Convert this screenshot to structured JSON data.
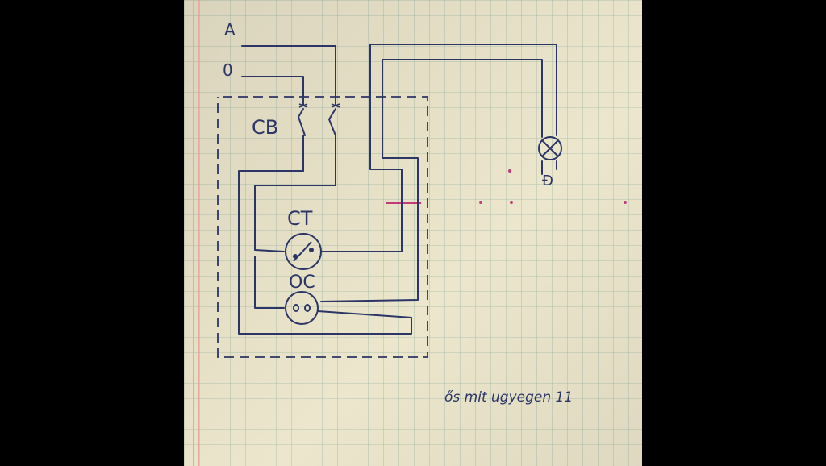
{
  "labels": {
    "phase": "A",
    "neutral": "0",
    "circuit_breaker": "CB",
    "outlet_ct": "CT",
    "outlet_oc": "OC",
    "lamp_mark": "Đ",
    "note": "ős mit ugyegen 11"
  },
  "colors": {
    "paper": "#ece6cc",
    "grid_line": "#9fb9a8",
    "ink": "#2b3566",
    "margin_line": "#e6a9a0",
    "pink_mark": "#c23a7a",
    "background": "#000000"
  }
}
